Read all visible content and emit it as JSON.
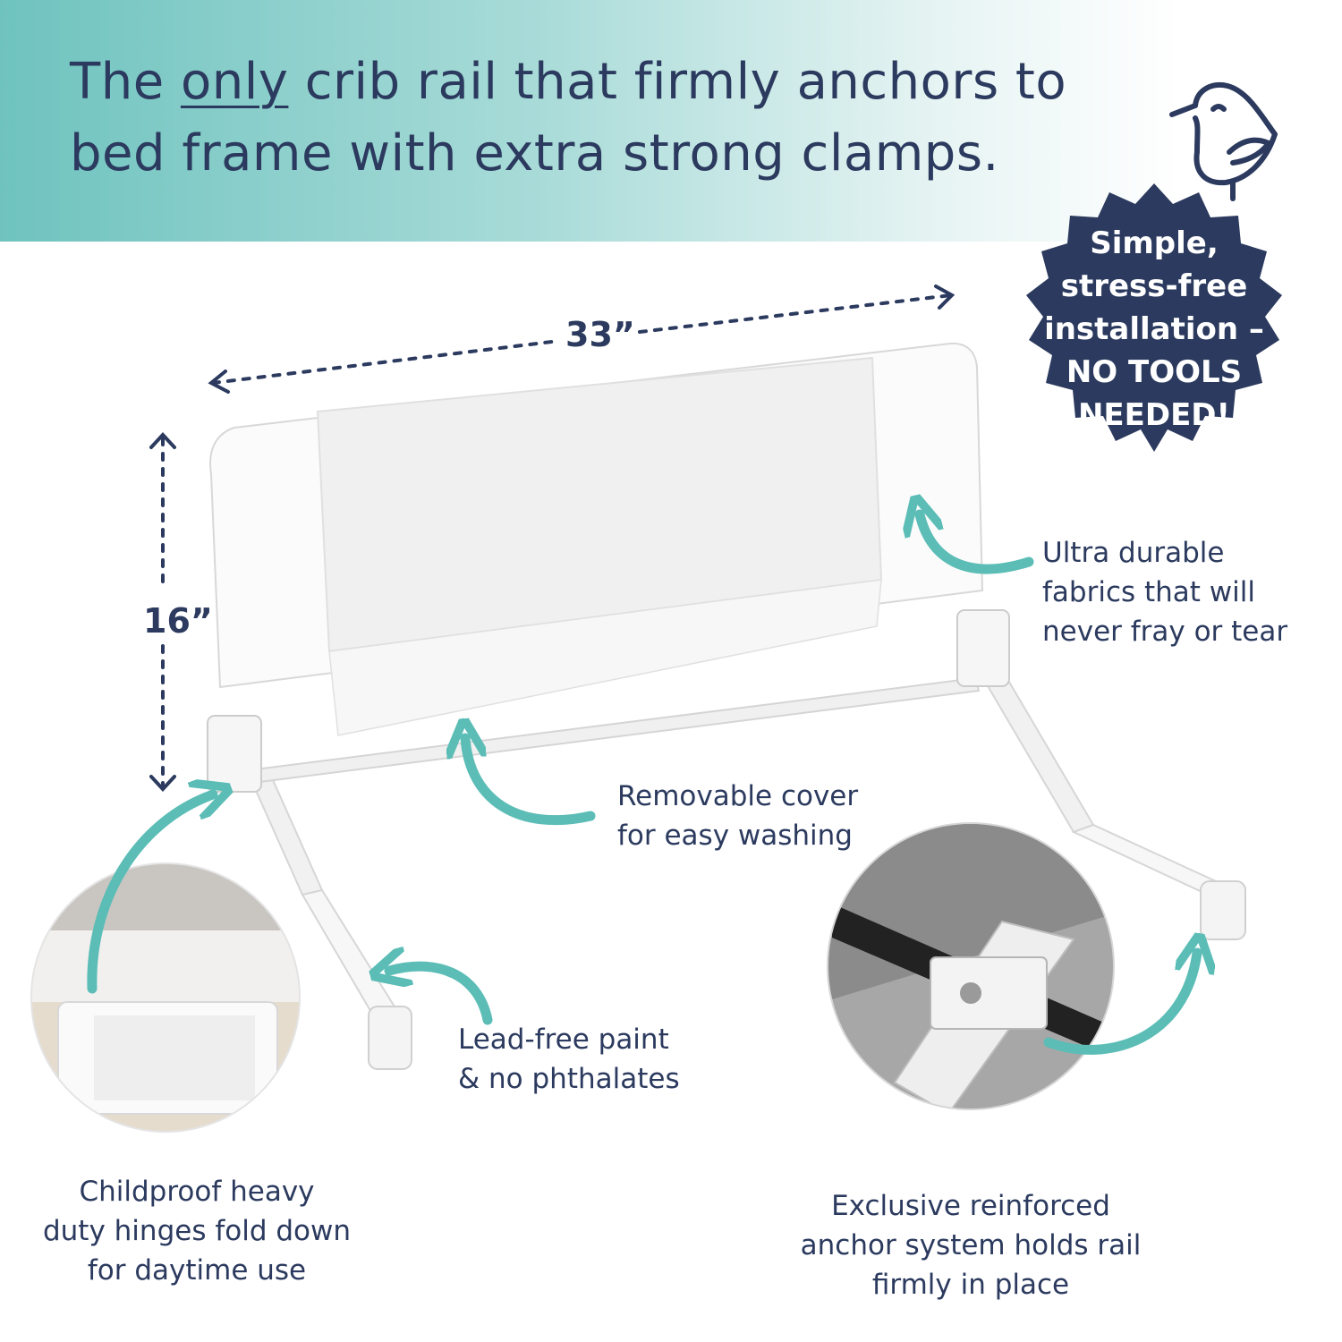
{
  "headline": {
    "prefix": "The ",
    "emphasis": "only",
    "suffix": " crib rail that firmly anchors to bed frame with extra strong clamps."
  },
  "badge": {
    "lines": [
      "Simple,",
      "stress-free",
      "installation –",
      "NO TOOLS",
      "NEEDED!"
    ],
    "color": "#2b3a5e"
  },
  "dimensions": {
    "width": "33”",
    "height": "16”"
  },
  "features": {
    "fabric": [
      "Ultra durable",
      "fabrics that will",
      "never fray or tear"
    ],
    "cover": [
      "Removable cover",
      "for easy washing"
    ],
    "paint": [
      "Lead-free paint",
      "& no phthalates"
    ],
    "hinges": [
      "Childproof heavy",
      "duty hinges fold down",
      "for daytime use"
    ],
    "anchor": [
      "Exclusive reinforced",
      "anchor system holds rail",
      "firmly in place"
    ]
  },
  "colors": {
    "navy": "#2b3a5e",
    "teal": "#5bbdb6",
    "banner_start": "#6fc3bf"
  },
  "icons": [
    "bird-logo-icon",
    "curved-arrow-icon",
    "dashed-dimension-arrow-icon"
  ]
}
